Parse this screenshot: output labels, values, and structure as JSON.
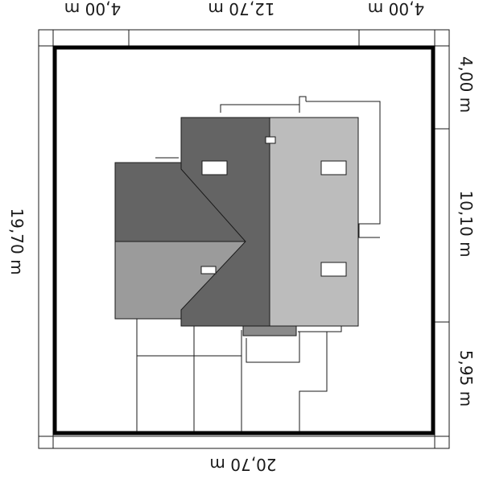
{
  "dimensions": {
    "top_left": "4,00 m",
    "top_center": "12,70 m",
    "top_right": "4,00 m",
    "bottom": "20,70 m",
    "left": "19,70 m",
    "right_top": "4,00 m",
    "right_middle": "10,10 m",
    "right_bottom": "5,95 m"
  },
  "colors": {
    "plot_outline": "#000000",
    "roof_dark": "#646464",
    "roof_medium": "#9b9b9b",
    "roof_light": "#bcbcbc",
    "line": "#1a1a1a"
  }
}
